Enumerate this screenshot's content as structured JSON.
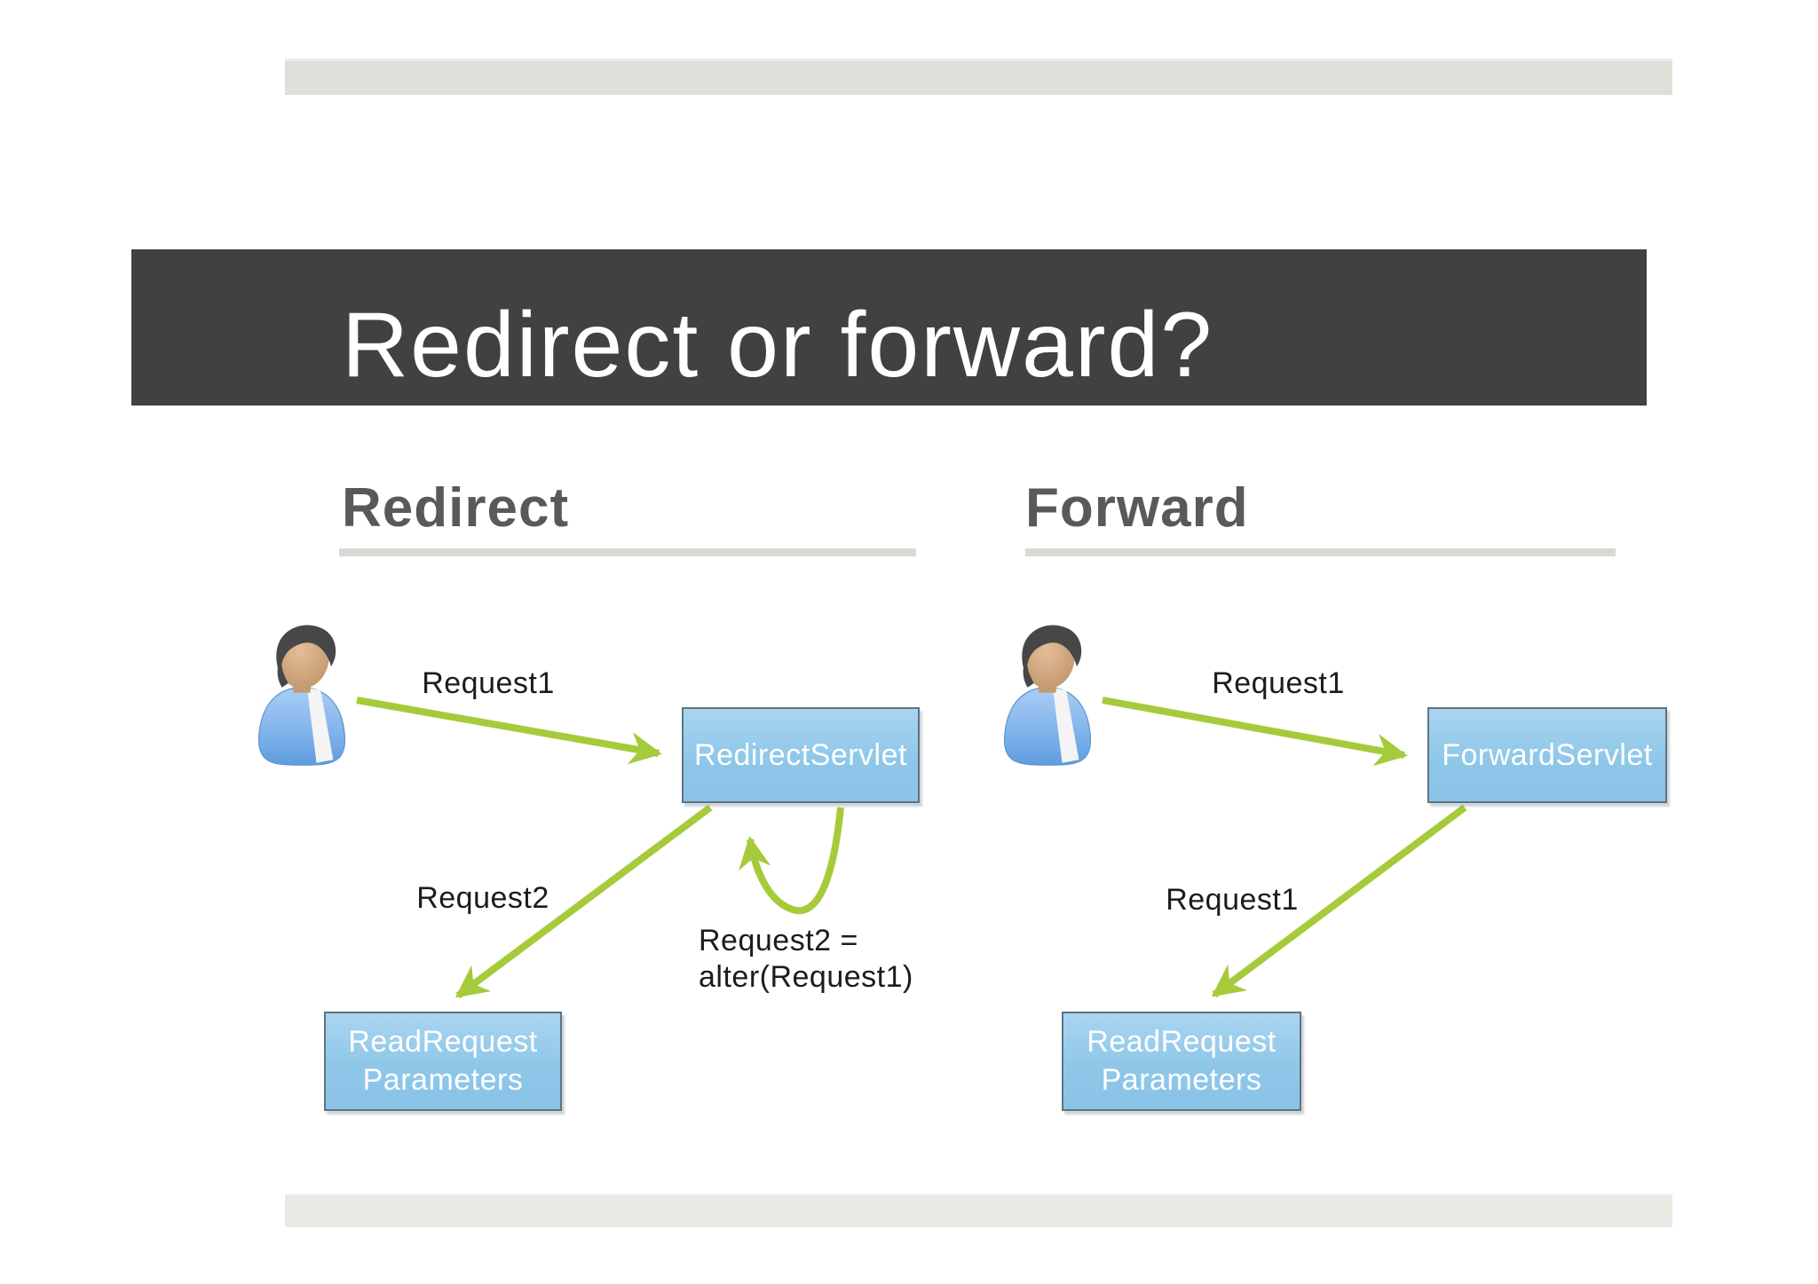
{
  "slide": {
    "title": "Redirect or forward?"
  },
  "colors": {
    "title_bar_bg": "#414042",
    "title_text": "#ffffff",
    "accent_green": "#a5cb3b",
    "node_fill": "#8fc7e9",
    "node_border": "#5e7482",
    "node_text": "#ffffff",
    "heading_text": "#595959",
    "heading_underline": "#d9d9d3",
    "strip_top": "#dfdfd9",
    "strip_bottom": "#e9e9e4",
    "label_text": "#1c1c1c"
  },
  "redirect_section": {
    "heading": "Redirect",
    "servlet_node": "RedirectServlet",
    "reader_node_line1": "ReadRequest",
    "reader_node_line2": "Parameters",
    "labels": {
      "request1": "Request1",
      "request2": "Request2",
      "loop_line1": "Request2 =",
      "loop_line2": "alter(Request1)"
    }
  },
  "forward_section": {
    "heading": "Forward",
    "servlet_node": "ForwardServlet",
    "reader_node_line1": "ReadRequest",
    "reader_node_line2": "Parameters",
    "labels": {
      "request1_top": "Request1",
      "request1_bottom": "Request1"
    }
  },
  "icons": {
    "left_user": "user-avatar-icon",
    "right_user": "user-avatar-icon"
  }
}
